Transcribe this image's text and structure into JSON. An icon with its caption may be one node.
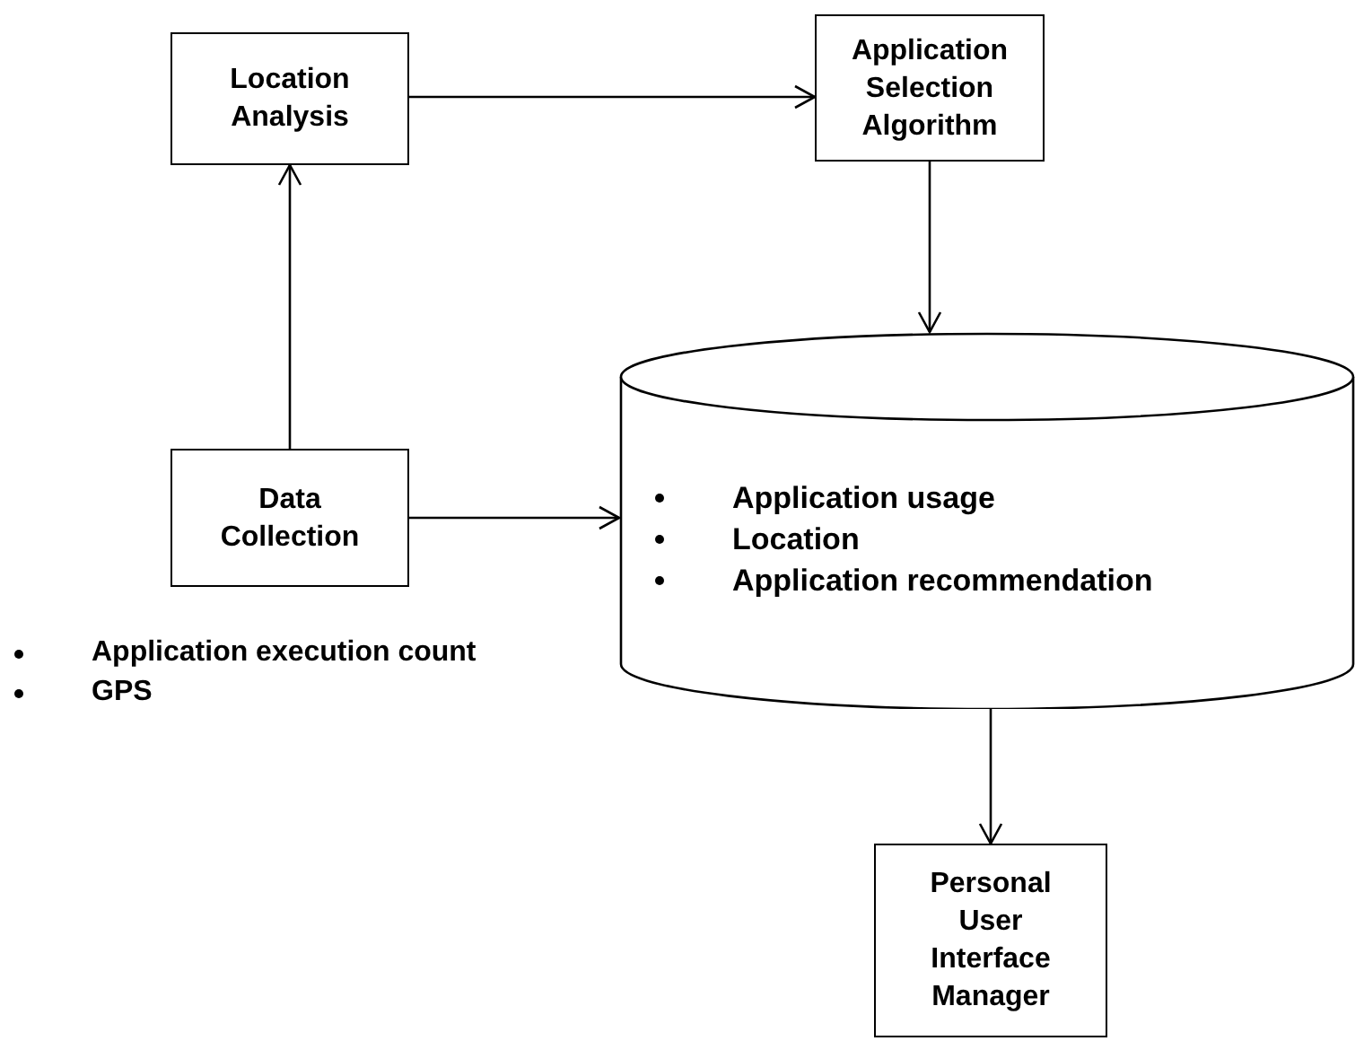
{
  "diagram": {
    "nodes": [
      {
        "text": [
          "Location Analysis"
        ]
      },
      {
        "text": [
          "Application Selection Algorithm"
        ]
      },
      {
        "text": [
          "Application usage",
          "Location",
          "Application recommendation"
        ]
      },
      {
        "text": [
          "Data Collection"
        ]
      },
      {
        "text": [
          "Personal User Interface Manager"
        ]
      }
    ],
    "edges": [
      {
        "from": 3,
        "to": 0,
        "arrow": "to"
      },
      {
        "from": 0,
        "to": 1,
        "arrow": "to"
      },
      {
        "from": 1,
        "to": 2,
        "arrow": "to"
      },
      {
        "from": 3,
        "to": 2,
        "arrow": "to"
      },
      {
        "from": 2,
        "to": 4,
        "arrow": "to"
      }
    ],
    "labels": [
      "Application execution count",
      "GPS"
    ]
  }
}
